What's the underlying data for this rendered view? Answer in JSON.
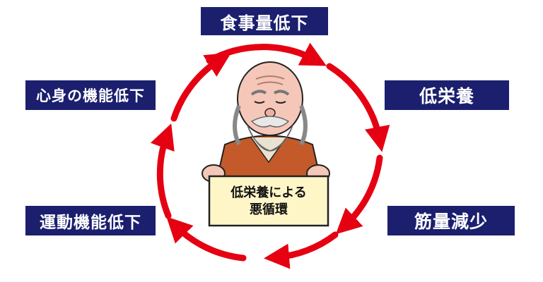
{
  "diagram": {
    "center_sign": {
      "line1": "低栄養による",
      "line2": "悪循環"
    },
    "nodes": [
      {
        "id": "food",
        "label": "食事量低下"
      },
      {
        "id": "mal",
        "label": "低栄養"
      },
      {
        "id": "muscle",
        "label": "筋量減少"
      },
      {
        "id": "motor",
        "label": "運動機能低下"
      },
      {
        "id": "mind",
        "label": "心身の機能低下"
      }
    ],
    "colors": {
      "label_bg": "#1b1f6e",
      "label_text": "#ffffff",
      "arrow": "#e50012",
      "sign_bg": "#fff6c8",
      "robe": "#c45a2a",
      "skin": "#f5c7b8"
    },
    "illustration": "elderly-man-holding-sign",
    "arrow_direction": "clockwise"
  }
}
